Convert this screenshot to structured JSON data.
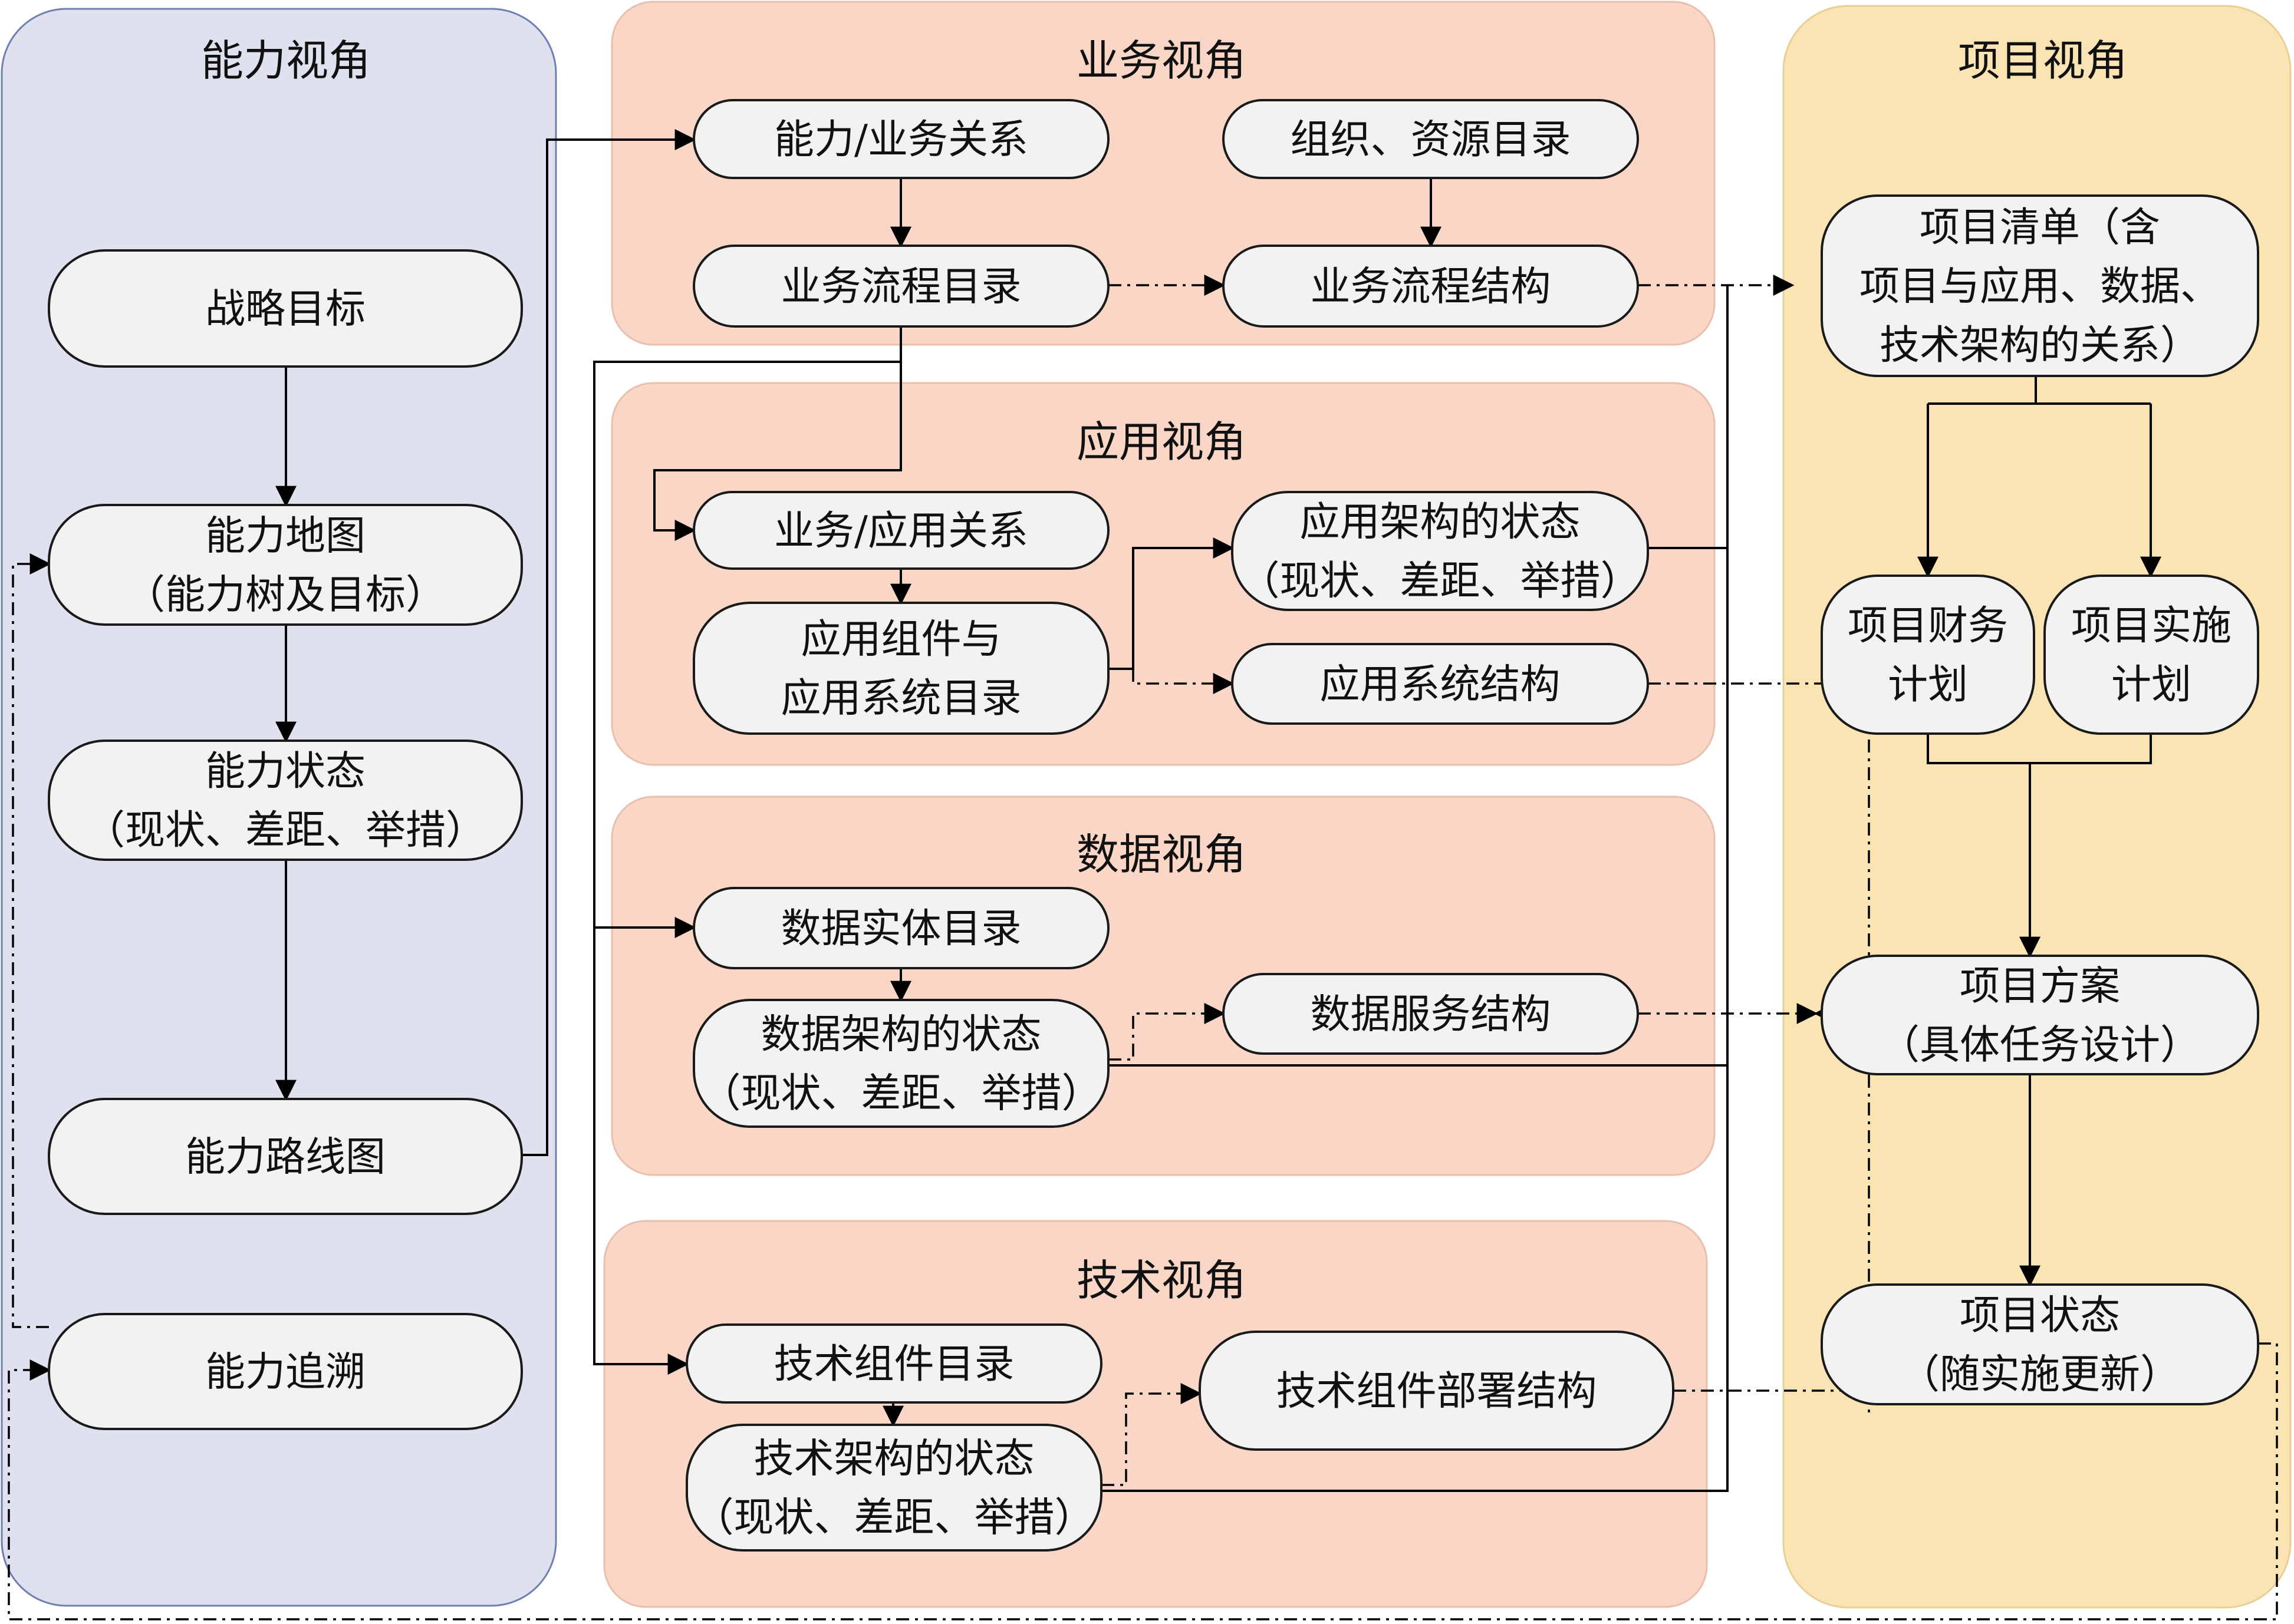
{
  "colors": {
    "capability_panel": "#dfe1ee",
    "capability_border": "#6f7fb4",
    "business_panel": "#f9d6c5",
    "business_border": "#e9bfae",
    "project_panel": "#fbe4b4",
    "project_border": "#e9cf96",
    "node_fill": "#f2f2f2",
    "line": "#000000"
  },
  "panels": {
    "capability": {
      "title": "能力视角"
    },
    "business": {
      "title": "业务视角"
    },
    "application": {
      "title": "应用视角"
    },
    "data": {
      "title": "数据视角"
    },
    "technology": {
      "title": "技术视角"
    },
    "project": {
      "title": "项目视角"
    }
  },
  "nodes": {
    "strategic_goal": {
      "lines": [
        "战略目标"
      ]
    },
    "capability_map": {
      "lines": [
        "能力地图",
        "（能力树及目标）"
      ]
    },
    "capability_state": {
      "lines": [
        "能力状态",
        "（现状、差距、举措）"
      ]
    },
    "capability_roadmap": {
      "lines": [
        "能力路线图"
      ]
    },
    "capability_trace": {
      "lines": [
        "能力追溯"
      ]
    },
    "capability_business_relation": {
      "lines": [
        "能力/业务关系"
      ]
    },
    "org_resource_catalog": {
      "lines": [
        "组织、资源目录"
      ]
    },
    "business_process_catalog": {
      "lines": [
        "业务流程目录"
      ]
    },
    "business_process_structure": {
      "lines": [
        "业务流程结构"
      ]
    },
    "business_application_relation": {
      "lines": [
        "业务/应用关系"
      ]
    },
    "app_component_catalog": {
      "lines": [
        "应用组件与",
        "应用系统目录"
      ]
    },
    "app_architecture_state": {
      "lines": [
        "应用架构的状态",
        "（现状、差距、举措）"
      ]
    },
    "app_system_structure": {
      "lines": [
        "应用系统结构"
      ]
    },
    "data_entity_catalog": {
      "lines": [
        "数据实体目录"
      ]
    },
    "data_architecture_state": {
      "lines": [
        "数据架构的状态",
        "（现状、差距、举措）"
      ]
    },
    "data_service_structure": {
      "lines": [
        "数据服务结构"
      ]
    },
    "tech_component_catalog": {
      "lines": [
        "技术组件目录"
      ]
    },
    "tech_architecture_state": {
      "lines": [
        "技术架构的状态",
        "（现状、差距、举措）"
      ]
    },
    "tech_deployment_structure": {
      "lines": [
        "技术组件部署结构"
      ]
    },
    "project_list": {
      "lines": [
        "项目清单（含",
        "项目与应用、数据、",
        "技术架构的关系）"
      ]
    },
    "project_financial_plan": {
      "lines": [
        "项目财务",
        "计划"
      ]
    },
    "project_implementation_plan": {
      "lines": [
        "项目实施",
        "计划"
      ]
    },
    "project_solution": {
      "lines": [
        "项目方案",
        "（具体任务设计）"
      ]
    },
    "project_status": {
      "lines": [
        "项目状态",
        "（随实施更新）"
      ]
    }
  }
}
